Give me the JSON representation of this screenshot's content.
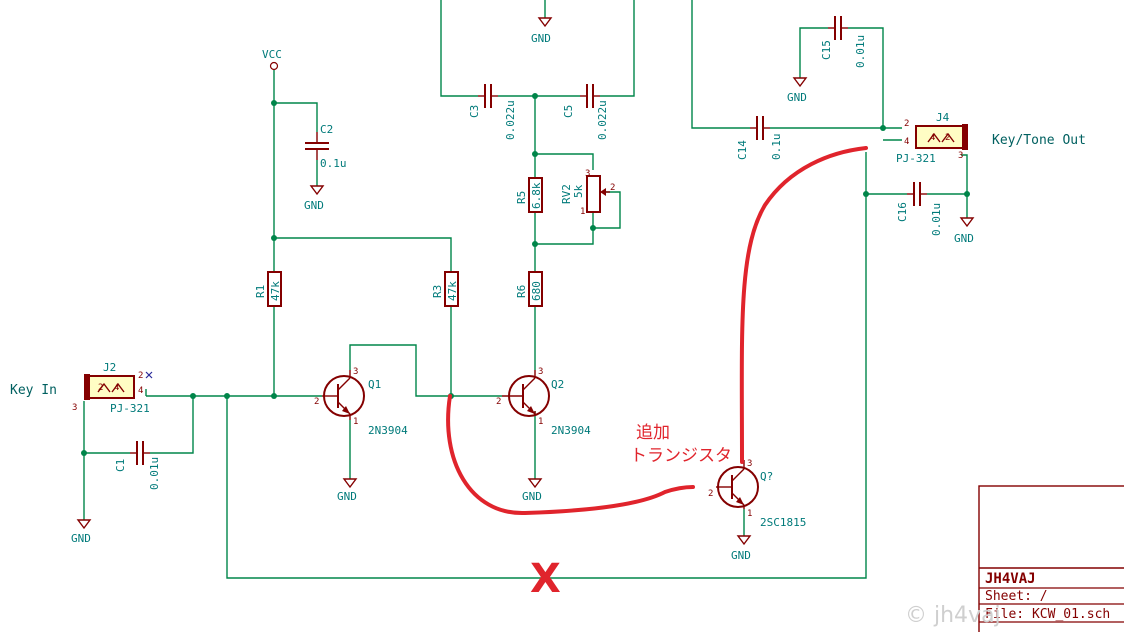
{
  "components": {
    "vcc": "VCC",
    "c1": {
      "ref": "C1",
      "value": "0.01u"
    },
    "c2": {
      "ref": "C2",
      "value": "0.1u"
    },
    "c3": {
      "ref": "C3",
      "value": "0.022u"
    },
    "c5": {
      "ref": "C5",
      "value": "0.022u"
    },
    "c14": {
      "ref": "C14",
      "value": "0.1u"
    },
    "c15": {
      "ref": "C15",
      "value": "0.01u"
    },
    "c16": {
      "ref": "C16",
      "value": "0.01u"
    },
    "r1": {
      "ref": "R1",
      "value": "47k"
    },
    "r3": {
      "ref": "R3",
      "value": "47k"
    },
    "r5": {
      "ref": "R5",
      "value": "6.8k"
    },
    "r6": {
      "ref": "R6",
      "value": "680"
    },
    "rv2": {
      "ref": "RV2",
      "value": "5k"
    },
    "q1": {
      "ref": "Q1",
      "value": "2N3904"
    },
    "q2": {
      "ref": "Q2",
      "value": "2N3904"
    },
    "q3": {
      "ref": "Q?",
      "value": "2SC1815"
    },
    "j2": {
      "ref": "J2",
      "value": "PJ-321"
    },
    "j4": {
      "ref": "J4",
      "value": "PJ-321"
    },
    "gnd": "GND"
  },
  "labels": {
    "key_in": "Key In",
    "key_out": "Key/Tone Out"
  },
  "annotation": {
    "line1": "追加",
    "line2": "トランジスタ",
    "removed_mark": "X"
  },
  "title_block": {
    "author": "JH4VAJ",
    "sheet": "Sheet: /",
    "file": "File: KCW_01.sch"
  },
  "watermark": "© jh4vaj",
  "colors": {
    "wire": "#00854a",
    "component": "#840000",
    "text": "#007a7a",
    "modification": "#e0242c"
  }
}
